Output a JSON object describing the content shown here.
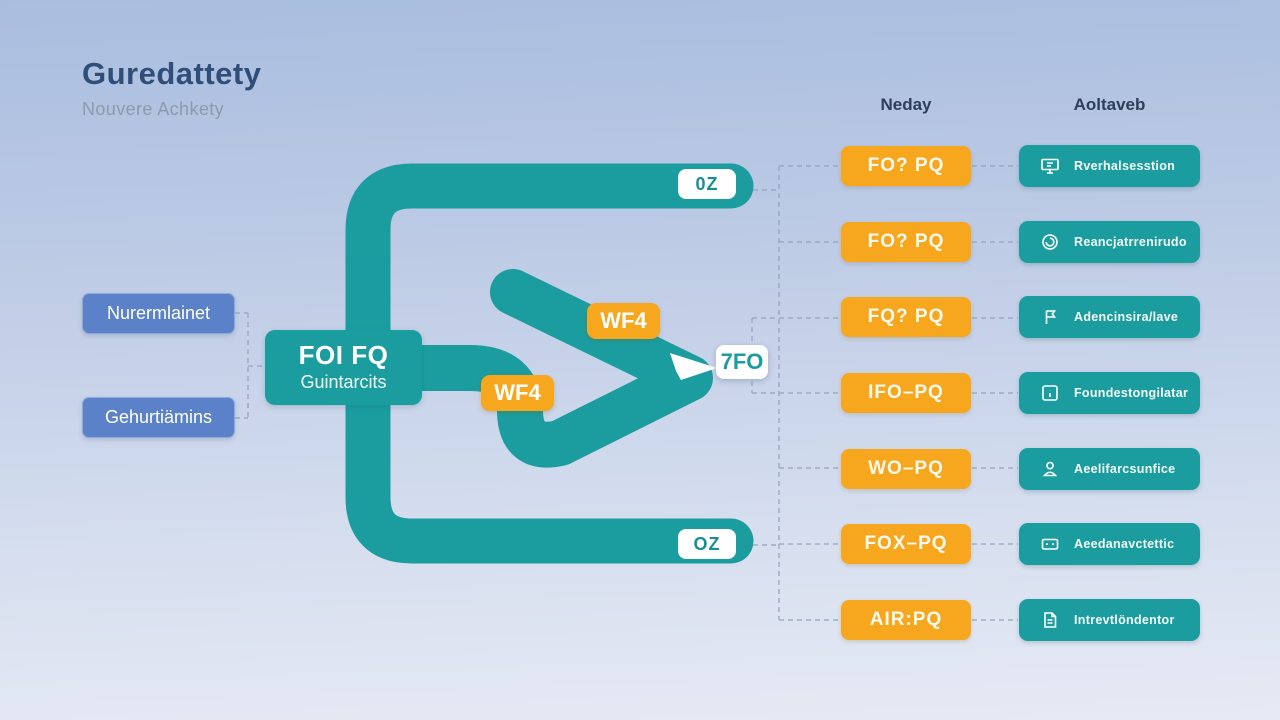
{
  "title": {
    "heading": "Guredattety",
    "subtitle": "Nouvere Achkety"
  },
  "headers": {
    "neday": "Neday",
    "aoltaveb": "Aoltaveb"
  },
  "left_nodes": [
    {
      "label": "Nurermlainet"
    },
    {
      "label": "Gehurtiämins"
    }
  ],
  "central_node": {
    "title": "FOI FQ",
    "subtitle": "Guintarcits"
  },
  "badges": {
    "wf4_top": "WF4",
    "wf4_bottom": "WF4",
    "loop_top": "0Z",
    "loop_bottom": "OZ",
    "pointer": "7FO"
  },
  "neday_items": [
    "FO? PQ",
    "FO? PQ",
    "FQ? PQ",
    "IFO–PQ",
    "WO–PQ",
    "FOX–PQ",
    "AIR:PQ"
  ],
  "aoltaveb_items": [
    {
      "icon": "presentation-icon",
      "label": "Rverhalsesstion"
    },
    {
      "icon": "refresh-circle-icon",
      "label": "Reancjatrrenirudo"
    },
    {
      "icon": "flag-icon",
      "label": "Adencinsira/lave"
    },
    {
      "icon": "info-square-icon",
      "label": "Foundestongilatar"
    },
    {
      "icon": "person-icon",
      "label": "Aeelifarcsunfice"
    },
    {
      "icon": "banknote-icon",
      "label": "Aeedanavctettic"
    },
    {
      "icon": "document-icon",
      "label": "Intrevtlöndentor"
    }
  ],
  "colors": {
    "teal": "#1b9d9f",
    "orange": "#f6a71e",
    "blue": "#5b82c9",
    "badge_text_teal": "#188f93",
    "title_text": "#2f4e78",
    "subtitle_text": "#8d99ab",
    "header_text": "#2c3e5a",
    "dashed_line": "#93a5c2",
    "background_top": "#a9bddf",
    "background_bottom": "#e6eaf4"
  }
}
